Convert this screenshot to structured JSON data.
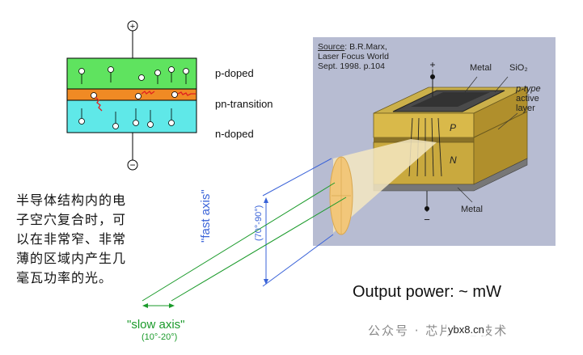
{
  "diagram": {
    "pn_labels": {
      "p": "p-doped",
      "transition": "pn-transition",
      "n": "n-doped"
    },
    "terminals": {
      "top": "+",
      "bottom": "−"
    },
    "chinese_caption": [
      "半导体结构内的电",
      "子空穴复合时，可",
      "以在非常窄、非常",
      "薄的区域内产生几",
      "毫瓦功率的光。"
    ],
    "source": {
      "prefix": "Source",
      "line1_rest": ": B.R.Marx,",
      "line2": "Laser Focus World",
      "line3": "Sept. 1998. p.104"
    },
    "chip_labels": {
      "metal_top": "Metal",
      "sio2": "SiO₂",
      "ptype_1": "p-type",
      "ptype_2": "active",
      "ptype_3": "layer",
      "P": "P",
      "N": "N",
      "metal_bottom": "Metal",
      "plus": "+",
      "minus": "−"
    },
    "output_power": "Output power: ~ mW",
    "slow_axis": "\"slow axis\"",
    "slow_axis_range": "(10°-20°)",
    "fast_axis": "\"fast axis\"",
    "fast_axis_range": "(70°-90°)",
    "watermark": "公众号 · 芯片工艺技术",
    "watermark_site": "ybx8.cn",
    "colors": {
      "p_layer": "#5fe35f",
      "transition": "#f08a24",
      "n_layer": "#5fe8e8",
      "chip_bg": "#b7bcd2",
      "chip_p": "#d8b84a",
      "chip_n": "#c9a93e",
      "green_line": "#1a9a2a",
      "blue_line": "#3a63d8",
      "beam": "#f2d79a"
    }
  }
}
